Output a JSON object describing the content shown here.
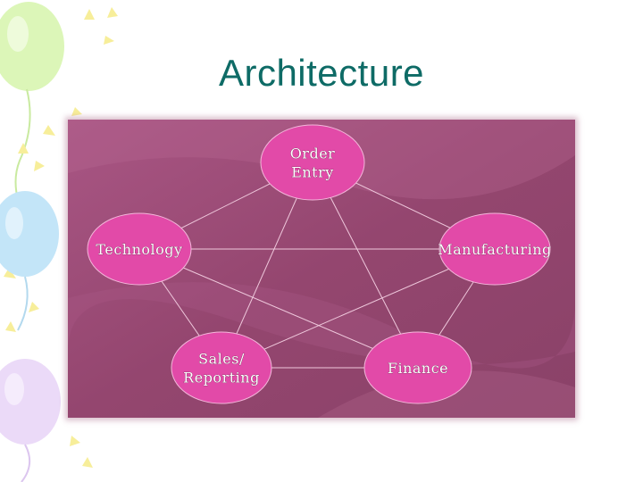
{
  "slide": {
    "title": "Architecture"
  },
  "decoration": {
    "icon": "balloons-icon",
    "colors": [
      "#d9f5b0",
      "#bde3f7",
      "#e7d4f7",
      "#fbf3a8"
    ]
  },
  "diagram": {
    "type": "network-pentagon",
    "background_color": "#9c4f78",
    "node_color": "#e24aa8",
    "edge_color": "#efc8dc",
    "nodes": [
      {
        "id": "order-entry",
        "lines": [
          "Order",
          "Entry"
        ]
      },
      {
        "id": "technology",
        "lines": [
          "Technology"
        ]
      },
      {
        "id": "manufacturing",
        "lines": [
          "Manufacturing"
        ]
      },
      {
        "id": "sales-reporting",
        "lines": [
          "Sales/",
          "Reporting"
        ]
      },
      {
        "id": "finance",
        "lines": [
          "Finance"
        ]
      }
    ]
  }
}
